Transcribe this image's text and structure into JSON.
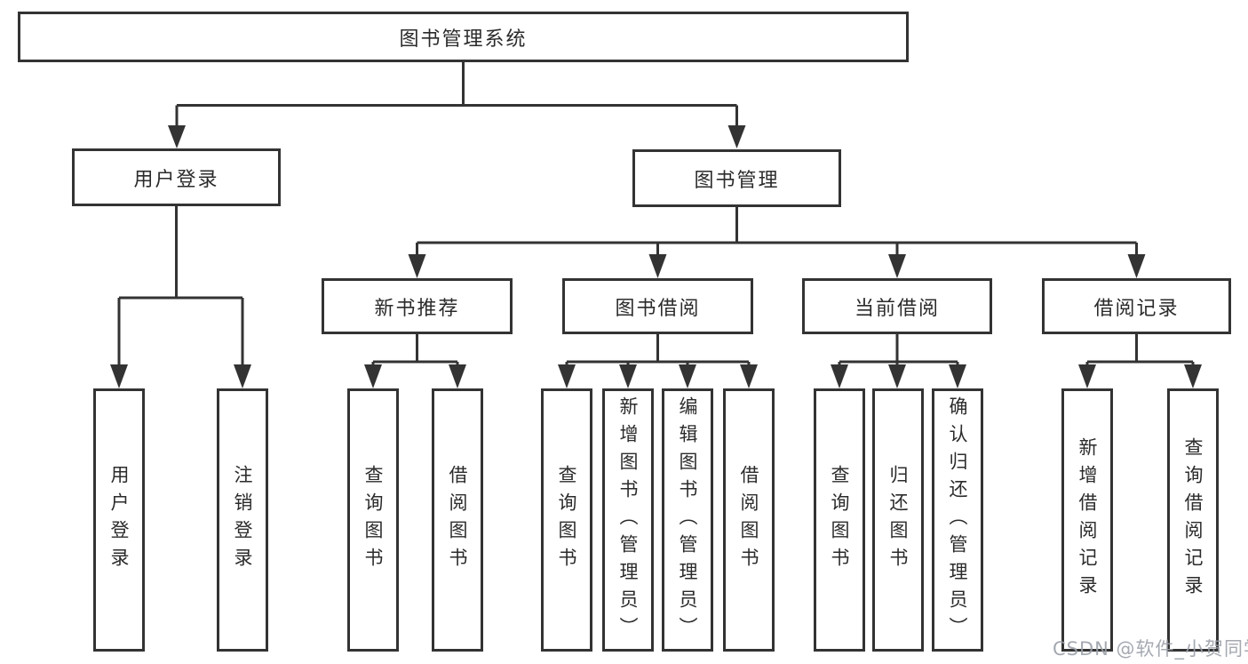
{
  "watermark": "CSDN @软件_小贺同学",
  "colors": {
    "line": "#333333",
    "text": "#2b2b2b",
    "background": "#ffffff",
    "watermark": "#9ba0a8"
  },
  "root": {
    "label": "图书管理系统",
    "children": [
      {
        "label": "用户登录",
        "children": [
          {
            "label": "用户登录"
          },
          {
            "label": "注销登录"
          }
        ]
      },
      {
        "label": "图书管理",
        "children": [
          {
            "label": "新书推荐",
            "children": [
              {
                "label": "查询图书"
              },
              {
                "label": "借阅图书"
              }
            ]
          },
          {
            "label": "图书借阅",
            "children": [
              {
                "label": "查询图书"
              },
              {
                "label": "新增图书（管理员）"
              },
              {
                "label": "编辑图书（管理员）"
              },
              {
                "label": "借阅图书"
              }
            ]
          },
          {
            "label": "当前借阅",
            "children": [
              {
                "label": "查询图书"
              },
              {
                "label": "归还图书"
              },
              {
                "label": "确认归还（管理员）"
              }
            ]
          },
          {
            "label": "借阅记录",
            "children": [
              {
                "label": "新增借阅记录"
              },
              {
                "label": "查询借阅记录"
              }
            ]
          }
        ]
      }
    ]
  }
}
